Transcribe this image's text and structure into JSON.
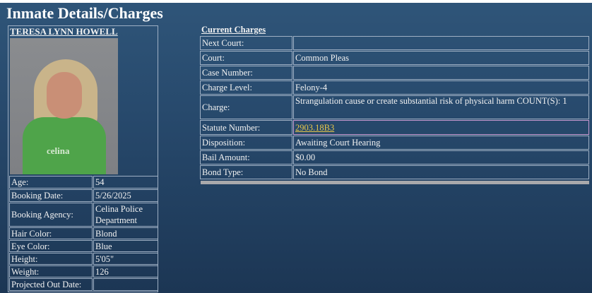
{
  "page_title": "Inmate Details/Charges",
  "inmate": {
    "name": "TERESA LYNN HOWELL",
    "photo_shirt_text": "celina",
    "details": [
      {
        "label": "Age:",
        "value": "54"
      },
      {
        "label": "Booking Date:",
        "value": "5/26/2025"
      },
      {
        "label": "Booking Agency:",
        "value": "Celina Police Department"
      },
      {
        "label": "Hair Color:",
        "value": "Blond"
      },
      {
        "label": "Eye Color:",
        "value": "Blue"
      },
      {
        "label": "Height:",
        "value": "5'05\""
      },
      {
        "label": "Weight:",
        "value": "126"
      },
      {
        "label": "Projected Out Date:",
        "value": ""
      }
    ]
  },
  "charges": {
    "title": "Current Charges",
    "rows": [
      {
        "label": "Next Court:",
        "value": ""
      },
      {
        "label": "Court:",
        "value": "Common Pleas"
      },
      {
        "label": "Case Number:",
        "value": ""
      },
      {
        "label": "Charge Level:",
        "value": "Felony-4"
      },
      {
        "label": "Charge:",
        "value": "Strangulation cause or create substantial risk of physical harm  COUNT(S): 1"
      },
      {
        "label": "Statute Number:",
        "value": "2903.18B3"
      },
      {
        "label": "Disposition:",
        "value": "Awaiting Court Hearing"
      },
      {
        "label": "Bail Amount:",
        "value": "$0.00"
      },
      {
        "label": "Bond Type:",
        "value": "No Bond"
      }
    ]
  }
}
